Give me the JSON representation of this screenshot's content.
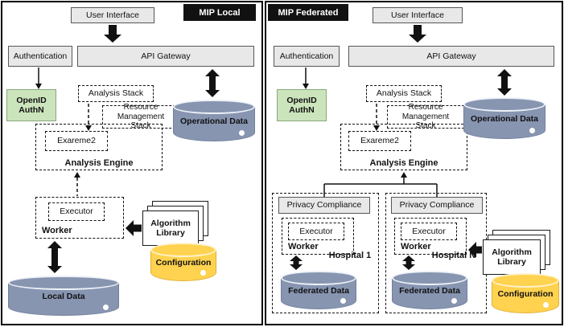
{
  "diagram": {
    "local": {
      "badge": "MIP Local",
      "user_interface": "User Interface",
      "authentication": "Authentication",
      "api_gateway": "API Gateway",
      "openid_authn": "OpenID AuthN",
      "analysis_stack": "Analysis Stack",
      "resource_management_stack": "Resource Management Stack",
      "operational_data": "Operational Data",
      "exareme2": "Exareme2",
      "analysis_engine": "Analysis Engine",
      "executor": "Executor",
      "worker": "Worker",
      "algorithm_library": "Algorithm Library",
      "configuration": "Configuration",
      "local_data": "Local Data"
    },
    "federated": {
      "badge": "MIP Federated",
      "user_interface": "User Interface",
      "authentication": "Authentication",
      "api_gateway": "API Gateway",
      "openid_authn": "OpenID AuthN",
      "analysis_stack": "Analysis Stack",
      "resource_management_stack": "Resource Management Stack",
      "operational_data": "Operational Data",
      "exareme2": "Exareme2",
      "analysis_engine": "Analysis Engine",
      "privacy_compliance_1": "Privacy Compliance",
      "privacy_compliance_2": "Privacy Compliance",
      "executor_1": "Executor",
      "executor_2": "Executor",
      "worker_1": "Worker",
      "worker_2": "Worker",
      "hospital_1": "Hospital 1",
      "hospital_n": "Hospital N",
      "federated_data_1": "Federated Data",
      "federated_data_2": "Federated Data",
      "algorithm_library": "Algorithm Library",
      "configuration": "Configuration"
    },
    "colors": {
      "gray_box": "#e8e8e8",
      "black_badge": "#111111",
      "green_box": "#cbe4bc",
      "blue_cylinder": "#8795b1",
      "yellow_cylinder": "#ffd24f"
    }
  }
}
